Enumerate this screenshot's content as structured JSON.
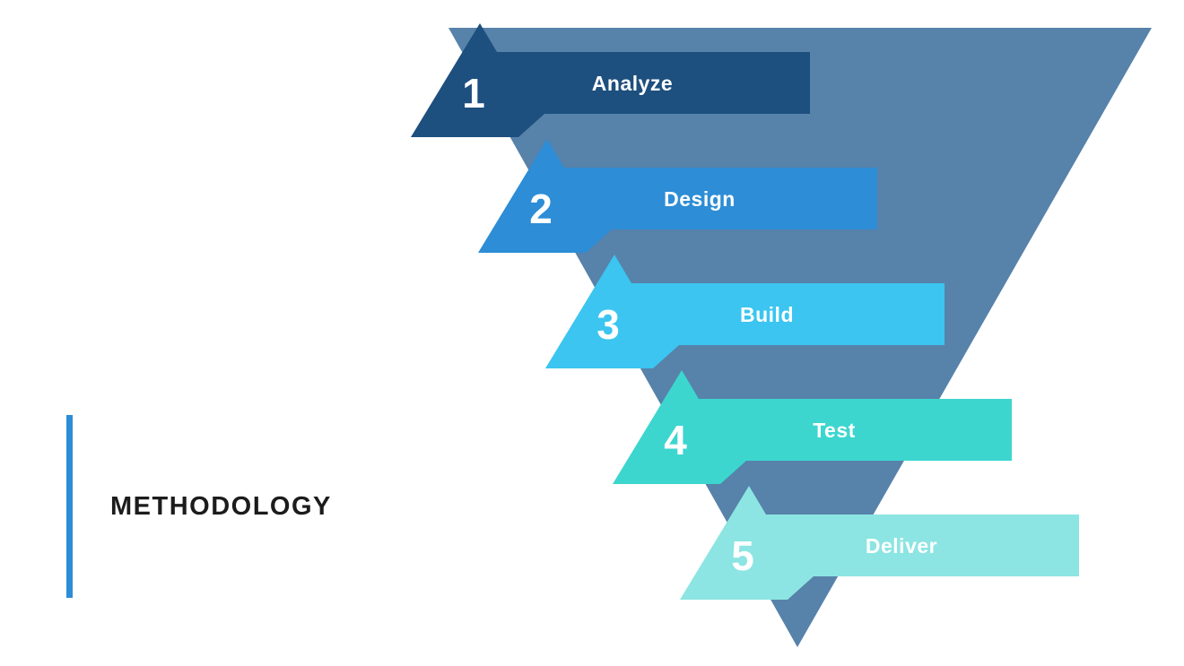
{
  "title": {
    "text": "METHODOLOGY",
    "accent_color": "#2D8DD6",
    "text_color": "#1C1C1C"
  },
  "funnel": {
    "name": "inverted-funnel",
    "color": "#5782AA"
  },
  "step_text_color": "#FFFFFF",
  "steps": [
    {
      "number": "1",
      "label": "Analyze",
      "color": "#1D4F7F"
    },
    {
      "number": "2",
      "label": "Design",
      "color": "#2D8DD6"
    },
    {
      "number": "3",
      "label": "Build",
      "color": "#3BC5F0"
    },
    {
      "number": "4",
      "label": "Test",
      "color": "#3CD6CF"
    },
    {
      "number": "5",
      "label": "Deliver",
      "color": "#8CE5E2"
    }
  ]
}
